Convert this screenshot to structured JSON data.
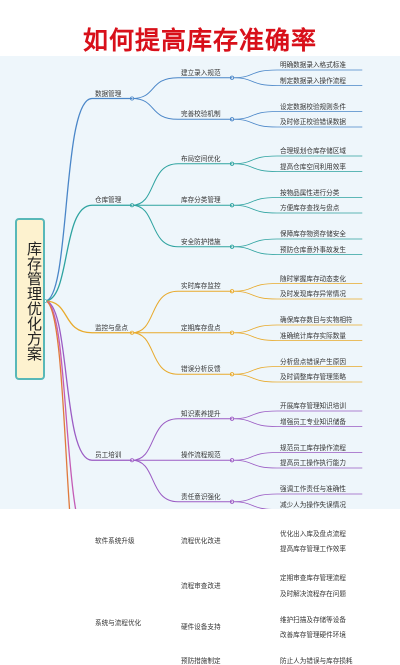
{
  "title": "如何提高库存准确率",
  "root": "库存管理优化方案",
  "branches": [
    {
      "label": "数据管理",
      "color": "#4a86c8",
      "children": [
        {
          "label": "建立录入规范",
          "leaves": [
            "明确数据录入格式标准",
            "制定数据录入操作流程"
          ]
        },
        {
          "label": "完善校验机制",
          "leaves": [
            "设定数据校验规则条件",
            "及时修正校验错误数据"
          ]
        }
      ]
    },
    {
      "label": "仓库管理",
      "color": "#2ea3a0",
      "children": [
        {
          "label": "布局空间优化",
          "leaves": [
            "合理规划仓库存储区域",
            "提高仓库空间利用效率"
          ]
        },
        {
          "label": "库存分类管理",
          "leaves": [
            "按物品属性进行分类",
            "方便库存查找与盘点"
          ]
        },
        {
          "label": "安全防护措施",
          "leaves": [
            "保障库存物资存储安全",
            "预防仓库意外事故发生"
          ]
        }
      ]
    },
    {
      "label": "监控与盘点",
      "color": "#e8aa2c",
      "children": [
        {
          "label": "实时库存监控",
          "leaves": [
            "随时掌握库存动态变化",
            "及时发现库存异常情况"
          ]
        },
        {
          "label": "定期库存盘点",
          "leaves": [
            "确保库存数目与实物相符",
            "准确统计库存实际数量"
          ]
        },
        {
          "label": "错误分析反馈",
          "leaves": [
            "分析盘点错误产生原因",
            "及时调整库存管理策略"
          ]
        }
      ]
    },
    {
      "label": "员工培训",
      "color": "#9b5cc4",
      "children": [
        {
          "label": "知识素养提升",
          "leaves": [
            "开展库存管理知识培训",
            "增强员工专业知识储备"
          ]
        },
        {
          "label": "操作流程规范",
          "leaves": [
            "规范员工库存操作流程",
            "提高员工操作执行能力"
          ]
        },
        {
          "label": "责任意识强化",
          "leaves": [
            "强调工作责任与准确性",
            "减少人为操作失误情况"
          ]
        }
      ]
    },
    {
      "label": "软件系统升级",
      "color": "#c45cb6",
      "children": [
        {
          "label": "流程优化改进",
          "leaves": [
            "优化出入库及盘点流程",
            "提高库存管理工作效率"
          ]
        }
      ]
    },
    {
      "label": "系统与流程优化",
      "color": "#e0793c",
      "children": [
        {
          "label": "流程审查改进",
          "leaves": [
            "定期审查库存管理流程",
            "及时解决流程存在问题"
          ]
        },
        {
          "label": "硬件设备支持",
          "leaves": [
            "维护扫描及存储等设备",
            "改善库存管理硬件环境"
          ]
        },
        {
          "label": "预防措施制定",
          "leaves": [
            "防止人为错误与库存损耗"
          ]
        }
      ]
    }
  ]
}
